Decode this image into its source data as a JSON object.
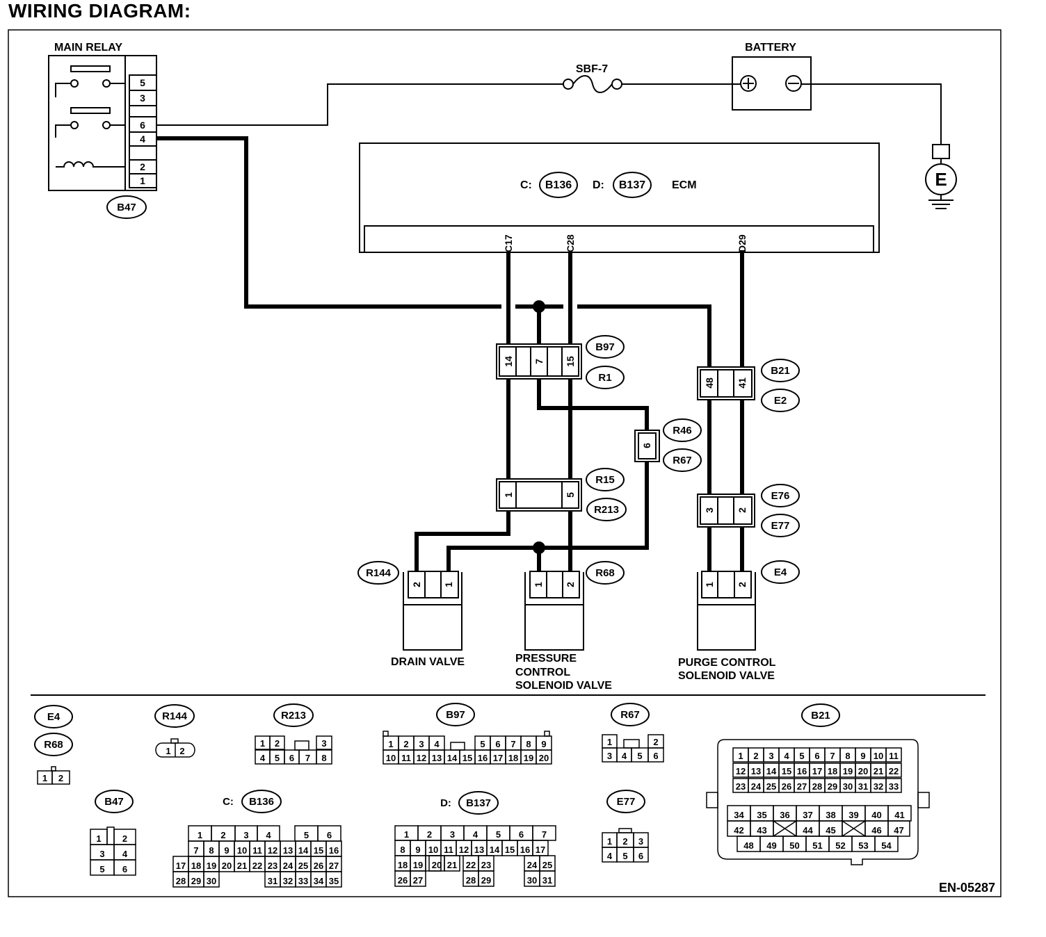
{
  "title": "WIRING DIAGRAM:",
  "doc_code": "EN-05287",
  "components": {
    "main_relay": "MAIN RELAY",
    "battery": "BATTERY",
    "fuse": "SBF-7",
    "ground": "E",
    "ecm": "ECM",
    "ecm_conn_c_prefix": "C:",
    "ecm_conn_c": "B136",
    "ecm_conn_d_prefix": "D:",
    "ecm_conn_d": "B137",
    "drain_valve": "DRAIN VALVE",
    "pcv_1": "PRESSURE",
    "pcv_2": "CONTROL",
    "pcv_3": "SOLENOID VALVE",
    "purge_1": "PURGE CONTROL",
    "purge_2": "SOLENOID VALVE"
  },
  "ecm_terminals": [
    "C17",
    "C28",
    "D29"
  ],
  "relay_pins": [
    "5",
    "3",
    "6",
    "4",
    "",
    "2",
    "1"
  ],
  "connector_labels": {
    "b47": "B47",
    "b97": "B97",
    "r1": "R1",
    "b21": "B21",
    "e2": "E2",
    "r46": "R46",
    "r67": "R67",
    "r15": "R15",
    "r213": "R213",
    "e76": "E76",
    "e77": "E77",
    "r144": "R144",
    "r68": "R68",
    "e4": "E4"
  },
  "pin_labels": {
    "b97": [
      "14",
      "7",
      "15"
    ],
    "b21": [
      "48",
      "41"
    ],
    "r46": "6",
    "r15": [
      "1",
      "5"
    ],
    "e76": [
      "3",
      "2"
    ],
    "r144": [
      "2",
      "1"
    ],
    "r68": [
      "1",
      "2"
    ],
    "e4": [
      "1",
      "2"
    ]
  },
  "legend": {
    "e4": "E4",
    "r68": "R68",
    "r144": "R144",
    "r213": "R213",
    "b97": "B97",
    "r67": "R67",
    "b21": "B21",
    "b47": "B47",
    "c_prefix": "C:",
    "b136": "B136",
    "d_prefix": "D:",
    "b137": "B137",
    "e77": "E77"
  }
}
